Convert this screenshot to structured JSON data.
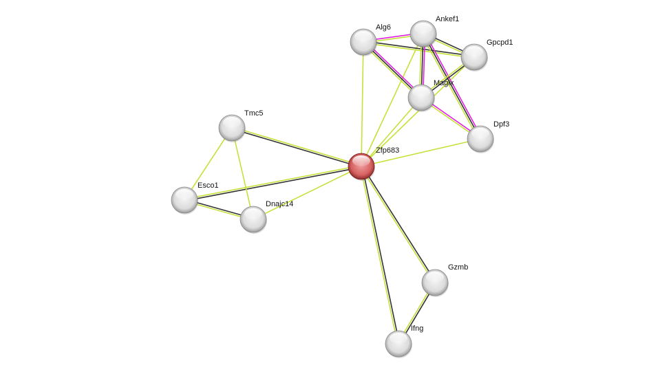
{
  "title": "Zfp683 protein interaction network",
  "edge_colors": {
    "textmining": "#c7e03a",
    "coexpression": "#333333",
    "experiments": "#e020e0"
  },
  "nodes": [
    {
      "id": "Zfp683",
      "label": "Zfp683",
      "query": true,
      "color": "#d35a5a"
    },
    {
      "id": "Alg6",
      "label": "Alg6",
      "query": false,
      "color": "#e0e0e0"
    },
    {
      "id": "Ankef1",
      "label": "Ankef1",
      "query": false,
      "color": "#e0e0e0"
    },
    {
      "id": "Gpcpd1",
      "label": "Gpcpd1",
      "query": false,
      "color": "#e0e0e0"
    },
    {
      "id": "Magix",
      "label": "Magix",
      "query": false,
      "color": "#e0e0e0"
    },
    {
      "id": "Dpf3",
      "label": "Dpf3",
      "query": false,
      "color": "#e0e0e0"
    },
    {
      "id": "Tmc5",
      "label": "Tmc5",
      "query": false,
      "color": "#e0e0e0"
    },
    {
      "id": "Esco1",
      "label": "Esco1",
      "query": false,
      "color": "#e0e0e0"
    },
    {
      "id": "Dnajc14",
      "label": "Dnajc14",
      "query": false,
      "color": "#e0e0e0"
    },
    {
      "id": "Gzmb",
      "label": "Gzmb",
      "query": false,
      "color": "#e0e0e0"
    },
    {
      "id": "Ifng",
      "label": "Ifng",
      "query": false,
      "color": "#e0e0e0"
    }
  ],
  "edges": [
    {
      "a": "Zfp683",
      "b": "Alg6",
      "types": [
        "textmining"
      ]
    },
    {
      "a": "Zfp683",
      "b": "Ankef1",
      "types": [
        "textmining"
      ]
    },
    {
      "a": "Zfp683",
      "b": "Magix",
      "types": [
        "textmining"
      ]
    },
    {
      "a": "Zfp683",
      "b": "Gpcpd1",
      "types": [
        "textmining"
      ]
    },
    {
      "a": "Zfp683",
      "b": "Dpf3",
      "types": [
        "textmining"
      ]
    },
    {
      "a": "Zfp683",
      "b": "Tmc5",
      "types": [
        "coexpression",
        "textmining"
      ]
    },
    {
      "a": "Zfp683",
      "b": "Esco1",
      "types": [
        "coexpression",
        "textmining"
      ]
    },
    {
      "a": "Zfp683",
      "b": "Dnajc14",
      "types": [
        "textmining"
      ]
    },
    {
      "a": "Zfp683",
      "b": "Gzmb",
      "types": [
        "coexpression",
        "textmining"
      ]
    },
    {
      "a": "Zfp683",
      "b": "Ifng",
      "types": [
        "coexpression",
        "textmining"
      ]
    },
    {
      "a": "Alg6",
      "b": "Ankef1",
      "types": [
        "experiments",
        "textmining"
      ]
    },
    {
      "a": "Alg6",
      "b": "Gpcpd1",
      "types": [
        "coexpression",
        "textmining"
      ]
    },
    {
      "a": "Alg6",
      "b": "Magix",
      "types": [
        "experiments",
        "coexpression",
        "textmining"
      ]
    },
    {
      "a": "Ankef1",
      "b": "Gpcpd1",
      "types": [
        "coexpression",
        "textmining"
      ]
    },
    {
      "a": "Ankef1",
      "b": "Magix",
      "types": [
        "experiments",
        "coexpression",
        "textmining"
      ]
    },
    {
      "a": "Ankef1",
      "b": "Dpf3",
      "types": [
        "experiments",
        "coexpression",
        "textmining"
      ]
    },
    {
      "a": "Gpcpd1",
      "b": "Magix",
      "types": [
        "coexpression",
        "textmining"
      ]
    },
    {
      "a": "Magix",
      "b": "Dpf3",
      "types": [
        "experiments",
        "textmining"
      ]
    },
    {
      "a": "Tmc5",
      "b": "Esco1",
      "types": [
        "textmining"
      ]
    },
    {
      "a": "Tmc5",
      "b": "Dnajc14",
      "types": [
        "textmining"
      ]
    },
    {
      "a": "Esco1",
      "b": "Dnajc14",
      "types": [
        "coexpression",
        "textmining"
      ]
    },
    {
      "a": "Gzmb",
      "b": "Ifng",
      "types": [
        "coexpression",
        "textmining"
      ]
    }
  ]
}
